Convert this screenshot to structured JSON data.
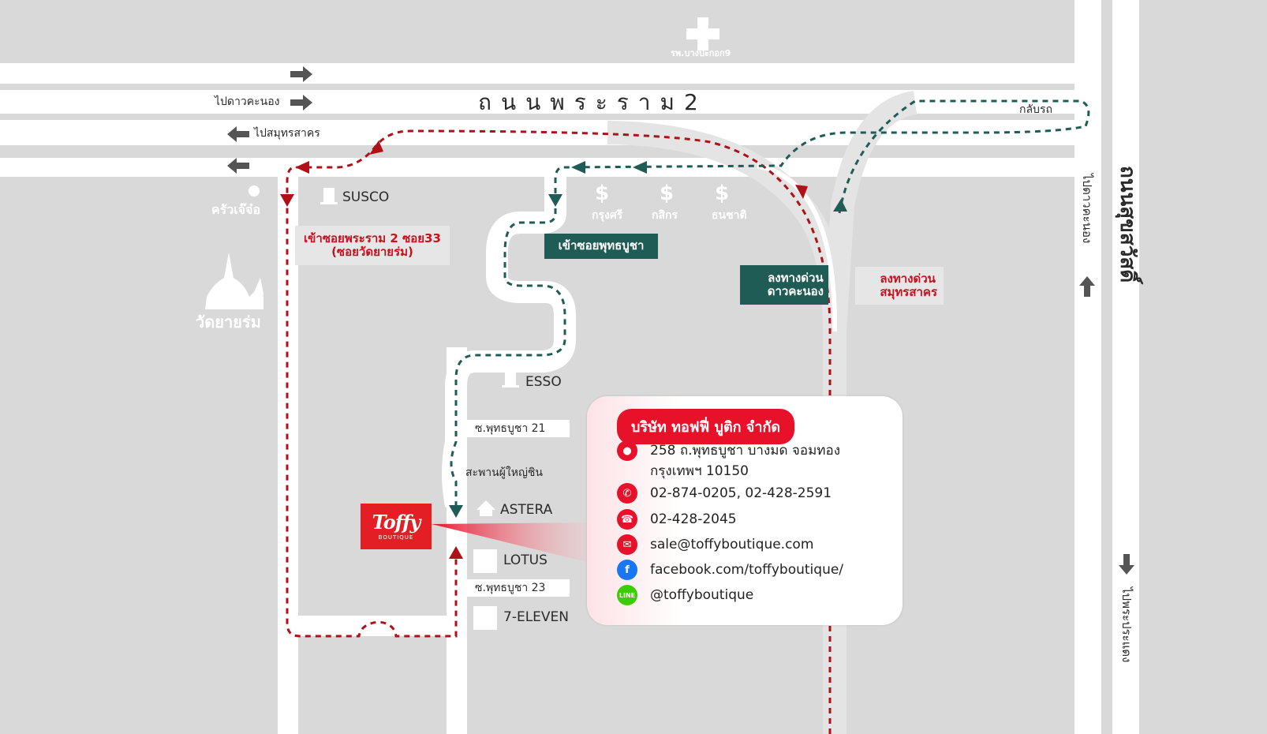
{
  "roads": {
    "rama2": "ถนนพระราม2",
    "suksawat": "ถนนสุขสวัสดิ์"
  },
  "directions": {
    "to_dao_khanong_top": "ไปดาวคะนอง",
    "to_samut_sakhon": "ไปสมุทรสาคร",
    "to_dao_khanong_right": "ไปดาวคะนอง",
    "to_phra_pradaeng": "ไปพระประแดง",
    "u_turn": "กลับรถ"
  },
  "places": {
    "hospital": "รพ.บางปะกอก9",
    "restaurant": "ครัวเจ๊จ๋อ",
    "temple": "วัดยายร่ม",
    "susco": "SUSCO",
    "esso": "ESSO",
    "astera": "ASTERA",
    "lotus": "LOTUS",
    "seven_eleven": "7-ELEVEN",
    "bridge": "สะพานผู้ใหญ่ชิน",
    "soi21": "ซ.พุทธบูชา 21",
    "soi23": "ซ.พุทธบูชา 23",
    "banks": [
      "กรุงศรี",
      "กสิกร",
      "ธนชาติ"
    ]
  },
  "route_labels": {
    "soi33_line1": "เข้าซอยพระราม 2 ซอย33",
    "soi33_line2": "(ซอยวัดยายร่ม)",
    "puttabucha": "เข้าซอยพุทธบูชา",
    "exp_dao_line1": "ลงทางด่วน",
    "exp_dao_line2": "ดาวคะนอง",
    "exp_samut_line1": "ลงทางด่วน",
    "exp_samut_line2": "สมุทรสาคร"
  },
  "logo": {
    "main": "Toffy",
    "sub": "BOUTIQUE"
  },
  "contact": {
    "company": "บริษัท ทอฟฟี่ บูติก จำกัด",
    "address_line1": "258 ถ.พุทธบูชา บางมด จอมทอง",
    "address_line2": "กรุงเทพฯ 10150",
    "phone": "02-874-0205, 02-428-2591",
    "fax": "02-428-2045",
    "email": "sale@toffyboutique.com",
    "facebook": "facebook.com/toffyboutique/",
    "line": "@toffyboutique"
  },
  "colors": {
    "map_bg": "#d9d9d9",
    "road": "#ffffff",
    "red_route": "#b01018",
    "green_route": "#1f5c55",
    "accent_red": "#e8112a",
    "label_green": "#1f5c55"
  },
  "icons": [
    "hospital-cross-icon",
    "arrow-right-icon",
    "arrow-left-icon",
    "fuel-icon",
    "dollar-icon",
    "temple-icon",
    "home-icon",
    "pin-icon",
    "phone-icon",
    "fax-icon",
    "mail-icon",
    "facebook-icon",
    "line-icon",
    "arrow-up-icon",
    "arrow-down-icon"
  ]
}
